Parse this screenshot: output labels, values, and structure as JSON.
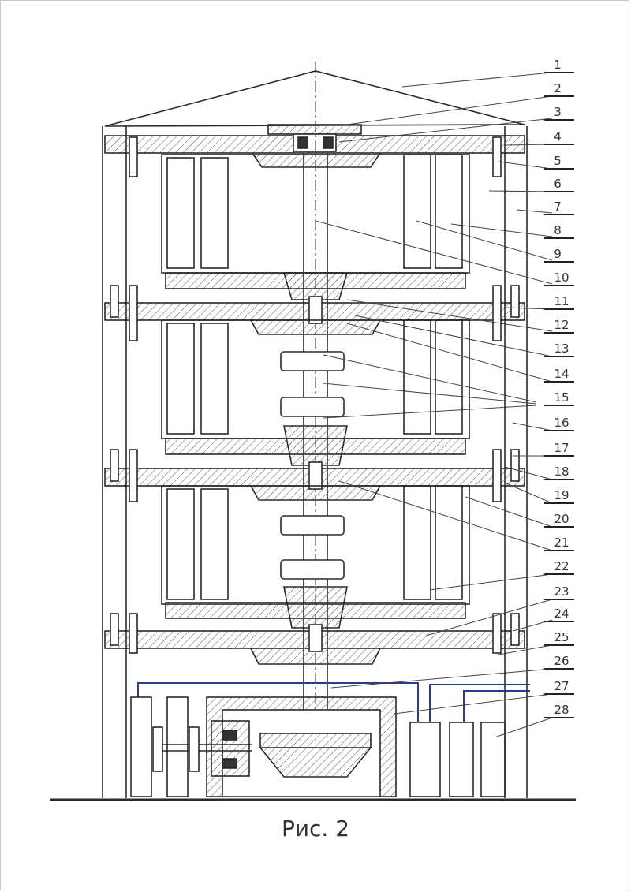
{
  "figure": {
    "caption": "Рис. 2",
    "labels": [
      "1",
      "2",
      "3",
      "4",
      "5",
      "6",
      "7",
      "8",
      "9",
      "10",
      "11",
      "12",
      "13",
      "14",
      "15",
      "16",
      "17",
      "18",
      "19",
      "20",
      "21",
      "22",
      "23",
      "24",
      "25",
      "26",
      "27",
      "28"
    ]
  },
  "colors": {
    "ink": "#2a2a2a",
    "hatch": "#555555",
    "pipe": "#2b3a8a",
    "background": "#ffffff"
  }
}
